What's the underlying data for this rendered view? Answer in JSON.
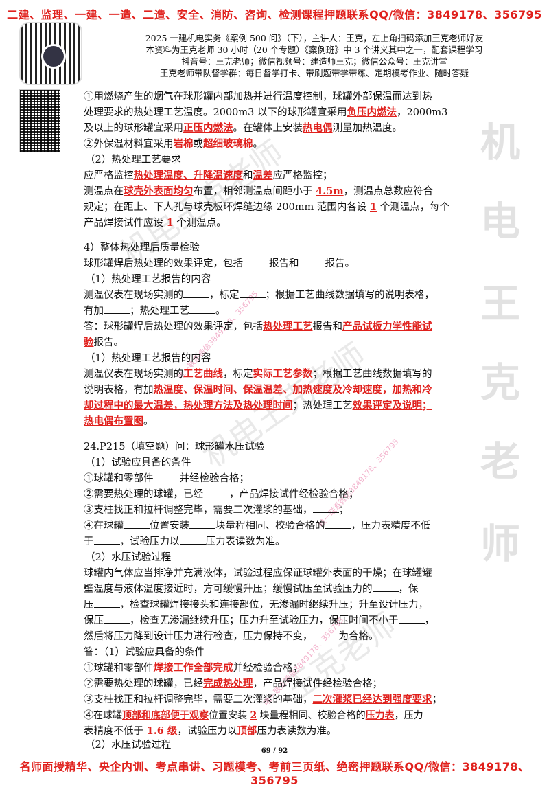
{
  "banner_top": "二建、监理、一建、一造、二造、安全、消防、咨询、检测课程押题联系QQ/微信：3849178、356795",
  "banner_bottom": "名师面授精华、央企内训、考点串讲、习题模考、考前三页纸、绝密押题联系QQ/微信：3849178、356795",
  "header": [
    "2025 一建机电实务《案例 500 问》（下），主讲人：王克，左上角扫码添加王克老师好友",
    "本资料为王克老师 30 小时（20 个专题）《案例班》中 3 个讲义其中之一，配套课程学习",
    "抖音号：王克老师；微信视频号：建造师王克；微信公众号：王克讲堂",
    "王克老师带队督学群：每日督学打卡、带刷题带学带练、定期模考作业、随时答疑"
  ],
  "watermarks": {
    "vertical": [
      "机",
      "电",
      "王",
      "克",
      "老",
      "师"
    ],
    "diag1": "机电王克老师",
    "diag2": "机电王克老师",
    "diag3": "王克老师",
    "pink1": "唯一联系微信3849178、356795",
    "pink2": "唯一联系微信3849178、356795",
    "pink3": "唯一联系微信3849178、356795"
  },
  "p1": {
    "a": "①用燃烧产生的烟气在球形罐内部加热并进行温度控制，球罐外部保温而达到热",
    "b1": "处理要求的热处理工艺温度。2000m3 以下的球形罐宜采用",
    "b_red": "负压内燃法",
    "b2": "，2000m3",
    "c1": "及以上的球形罐宜采用",
    "c_red1": "正压内燃法",
    "c2": "。在罐体上安装",
    "c_red2": "热电偶",
    "c3": "测量加热温度。",
    "d1": "②外保温材料宜采用",
    "d_red1": "岩棉",
    "d2": "或",
    "d_red2": "超细玻璃棉",
    "d3": "。"
  },
  "p2": {
    "title": "（2）热处理工艺要求",
    "a1": "应严格监控",
    "a_red1": "热处理温度、升降温速度",
    "a2": "和",
    "a_red2": "温差",
    "a3": "应严格监控；",
    "b1": "测温点在",
    "b_red1": "球壳外表面均匀",
    "b2": "布置，相邻测温点间距小于 ",
    "b_red2": "4.5m",
    "b3": "，测温点总数应符合",
    "c1": "规定；在距上、下人孔与球壳板环焊缝边缘 200mm 范围内各设 ",
    "c_red": "1",
    "c2": " 个测温点，每个",
    "d1": "产品焊接试件应设 ",
    "d_red": "1",
    "d2": " 个测温点。"
  },
  "s4": {
    "title": "4）整体热处理后质量检验",
    "q1a": "球形罐焊后热处理的效果评定，包括",
    "q1b": "报告和",
    "q1c": "报告。",
    "sub": "（1）热处理工艺报告的内容",
    "q2a": "测温仪表在现场实测的",
    "q2b": "，标定",
    "q2c": "；根据工艺曲线数据填写的说明表格，",
    "q3a": "有加",
    "q3b": "；热处理工艺",
    "q3c": "。",
    "ans1a": "答：球形罐焊后热处理的效果评定，包括",
    "ans1_red1": "热处理工艺",
    "ans1b": "报告和",
    "ans1_red2": "产品试板力学性能试",
    "ans2_red": "验",
    "ans2b": "报告。",
    "sub2": "（1）热处理工艺报告的内容",
    "ans3a": "测温仪表在现场实测的",
    "ans3_red1": "工艺曲线",
    "ans3b": "，标定",
    "ans3_red2": "实际工艺参数",
    "ans3c": "；根据工艺曲线数据填写的",
    "ans4a": "说明表格，有加",
    "ans4_red": "热温度、保温时间、保温温差、加热速度及冷却速度，加热和冷",
    "ans5_red": "却过程中的最大温差，热处理方法及热处理时间",
    "ans5b": "；热处理工艺",
    "ans5_red2": "效果评定及说明；",
    "ans6_red": "热电偶布置图",
    "ans6b": "。"
  },
  "s24": {
    "title": "24.P215（填空题）问：球形罐水压试验",
    "sub1": "（1）试验应具备的条件",
    "l1a": "①球罐和零部件",
    "l1b": "并经检验合格；",
    "l2a": "②需要热处理的球罐，已经",
    "l2b": "，产品焊接试件经检验合格；",
    "l3a": "③支柱找正和拉杆调整完毕，需要二次灌浆的基础，",
    "l3b": "；",
    "l4a": "④在球罐",
    "l4b": "位置安装",
    "l4c": "块量程相同、校验合格的",
    "l4d": "，压力表精度不低",
    "l5a": "于",
    "l5b": "，试验压力以",
    "l5c": "压力表读数为准。",
    "sub2": "（2）水压试验过程",
    "m1": "球罐内气体应当排净并充满液体，试验过程应保证球罐外表面的干燥；在球罐罐",
    "m2a": "壁温度与液体温度接近时，方可缓慢升压；缓慢试压至试验压力的",
    "m2b": "，保",
    "m3a": "压",
    "m3b": "，检查球罐焊接接头和连接部位，无渗漏时继续升压；升至设计压力，",
    "m4a": "保压",
    "m4b": "，检查无渗漏继续升压；压力升至试验压力，保压时间不小于",
    "m4c": "，",
    "m5a": "然后将压力降到设计压力进行检查，压力保持不变，",
    "m5b": "为合格。",
    "a0": "答：（1）试验应具备的条件",
    "a1a": "①球罐和零部件",
    "a1_red": "焊接工作全部完成",
    "a1b": "并经检验合格；",
    "a2a": "②需要热处理的球罐，已经",
    "a2_red": "完成热处理",
    "a2b": "，产品焊接试件经检验合格；",
    "a3a": "③支柱找正和拉杆调整完毕，需要二次灌浆的基础，",
    "a3_red": "二次灌浆已经达到强度要求",
    "a3b": "；",
    "a4a": "④在球罐",
    "a4_red1": "顶部和底部便于观察",
    "a4b": "位置安装 ",
    "a4_red2": "2",
    "a4c": " 块量程相同、校验合格的",
    "a4_red3": "压力表",
    "a4d": "，压力",
    "a5a": "表精度不低于 ",
    "a5_red1": "1.6 级",
    "a5b": "，试验压力以",
    "a5_red2": "顶部",
    "a5c": "压力表读数为准。",
    "a6": "（2）水压试验过程"
  },
  "page_num": "69 / 92"
}
